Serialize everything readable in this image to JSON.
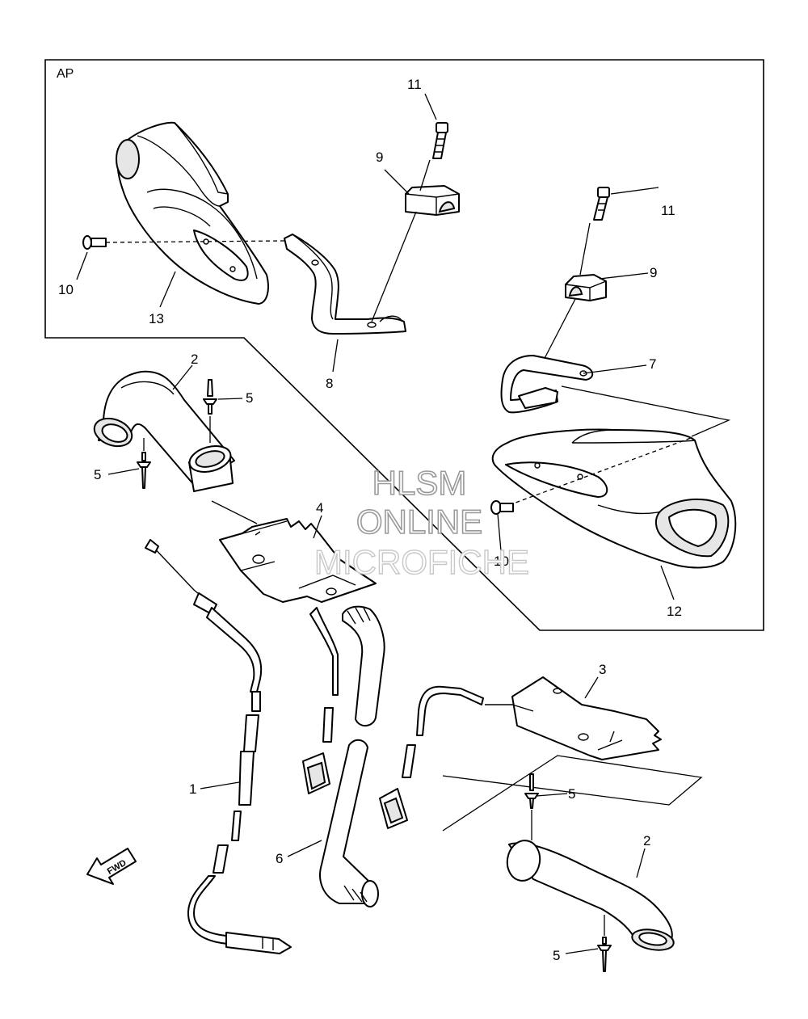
{
  "inset": {
    "label": "AP"
  },
  "callouts": {
    "c1": "1",
    "c2a": "2",
    "c2b": "2",
    "c3": "3",
    "c4": "4",
    "c5a": "5",
    "c5b": "5",
    "c5c": "5",
    "c5d": "5",
    "c6": "6",
    "c7": "7",
    "c8": "8",
    "c9a": "9",
    "c9b": "9",
    "c10a": "10",
    "c10b": "10",
    "c11a": "11",
    "c11b": "11",
    "c12": "12",
    "c13": "13"
  },
  "direction_badge": {
    "label": "FWD"
  },
  "watermark": {
    "line1": "HLSM",
    "line2": "ONLINE",
    "line3": "MICROFICHE"
  }
}
